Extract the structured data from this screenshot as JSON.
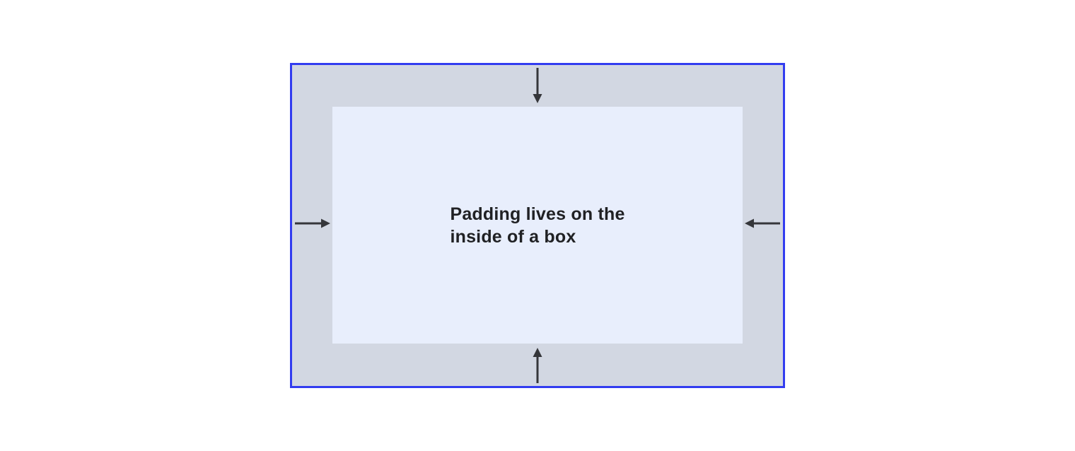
{
  "diagram": {
    "caption": {
      "line1": "Padding lives on the",
      "line2": "inside of a box"
    },
    "arrows": {
      "top": "arrow pointing down into box",
      "bottom": "arrow pointing up into box",
      "left": "arrow pointing right into box",
      "right": "arrow pointing left into box"
    },
    "colors": {
      "border": "#323CF0",
      "padding_bg": "#D2D7E2",
      "content_bg": "#E8EEFC",
      "arrow": "#35363A",
      "text": "#202124"
    }
  }
}
